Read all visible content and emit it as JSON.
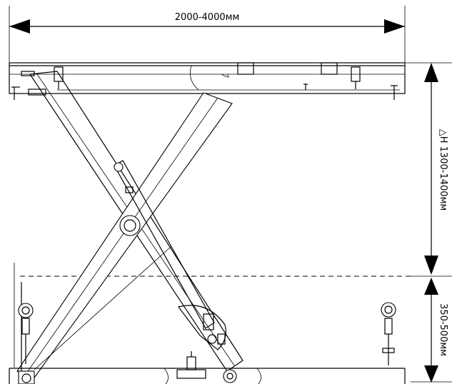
{
  "dimensions": {
    "width_label": "2000-4000мм",
    "lift_height_label": "△H 1300-1400мм",
    "closed_height_label": "350-500мм"
  }
}
